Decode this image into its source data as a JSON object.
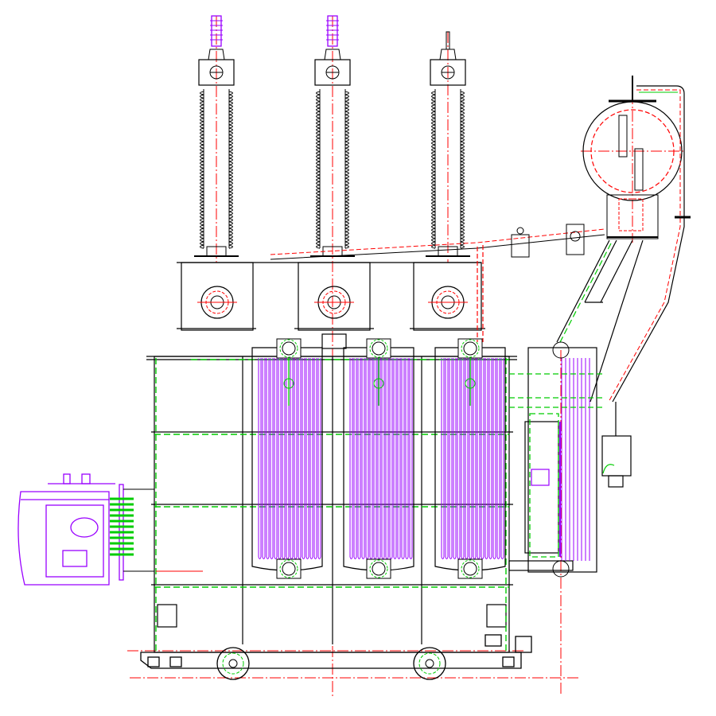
{
  "drawing": {
    "colors": {
      "outline": "#000000",
      "centerline": "#ff0000",
      "hidden": "#00cc00",
      "accessory": "#9900ff",
      "background": "#ffffff"
    },
    "components": {
      "bushings": 3,
      "radiators": 3,
      "conservator": "oil-conservator-icon",
      "cable_box": "cable-box-icon",
      "wheels": 2
    }
  }
}
